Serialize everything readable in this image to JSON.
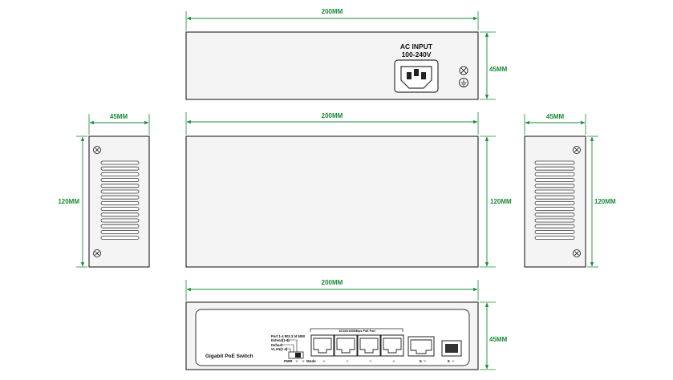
{
  "dimensions": {
    "rear_width": "200MM",
    "rear_height": "45MM",
    "top_width": "200MM",
    "top_depth": "120MM",
    "left_width": "45MM",
    "left_depth": "120MM",
    "right_width": "45MM",
    "right_depth": "120MM",
    "front_width": "200MM",
    "front_height": "45MM"
  },
  "rear_panel": {
    "ac_input_title": "AC INPUT",
    "ac_input_voltage": "100-240V"
  },
  "front_panel": {
    "product_label": "Gigabit PoE Switch",
    "poe_port_label": "Port 1-4 802.3 bt 60W",
    "mode_lines": [
      "Extend(1-4)",
      "Default",
      "VLAN(1-4)"
    ],
    "pwr_label": "PWR",
    "mode_label": "Mode",
    "poe_group_label": "10/100/1000Mbps PoE Port",
    "port5_label": "5",
    "port6_label": "6"
  },
  "colors": {
    "dimension": "#1a8a3a",
    "outline": "#333333",
    "panel_fill": "#f4f4f4"
  }
}
